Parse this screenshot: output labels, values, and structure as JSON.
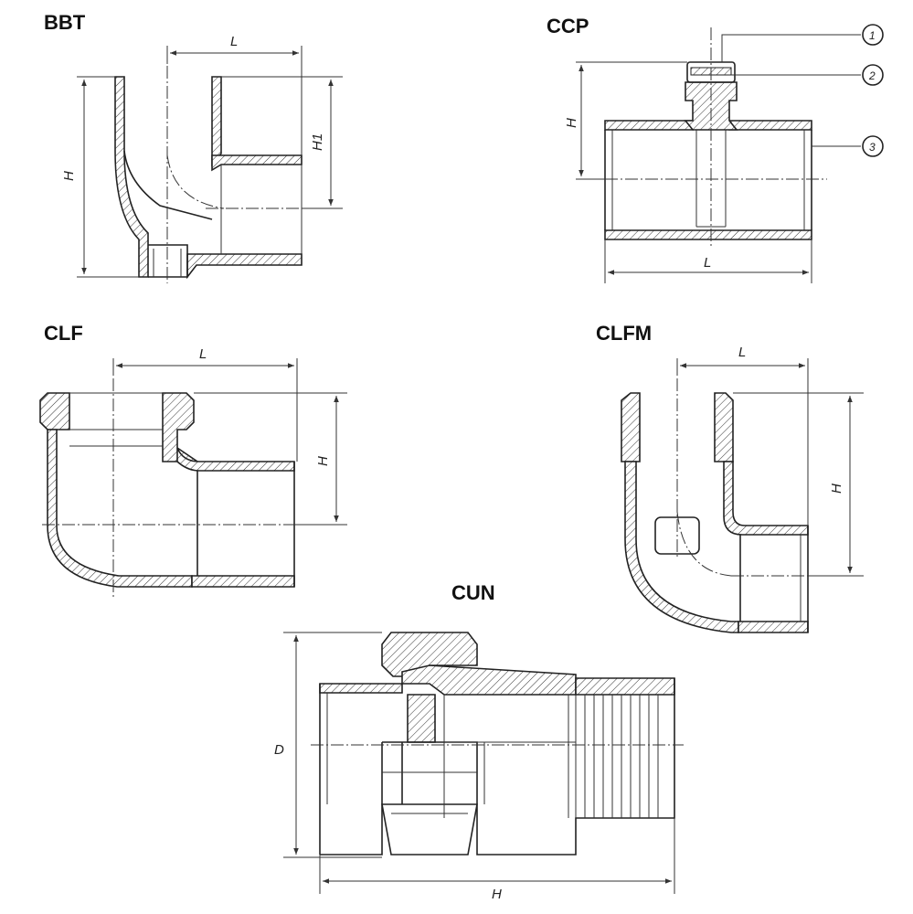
{
  "figures": [
    {
      "id": "bbt",
      "title": "BBT",
      "dims": [
        "L",
        "H",
        "H1"
      ]
    },
    {
      "id": "ccp",
      "title": "CCP",
      "dims": [
        "H",
        "L"
      ],
      "callouts": [
        "1",
        "2",
        "3"
      ]
    },
    {
      "id": "clf",
      "title": "CLF",
      "dims": [
        "L",
        "H"
      ]
    },
    {
      "id": "clfm",
      "title": "CLFM",
      "dims": [
        "L",
        "H"
      ]
    },
    {
      "id": "cun",
      "title": "CUN",
      "dims": [
        "D",
        "H"
      ]
    }
  ]
}
